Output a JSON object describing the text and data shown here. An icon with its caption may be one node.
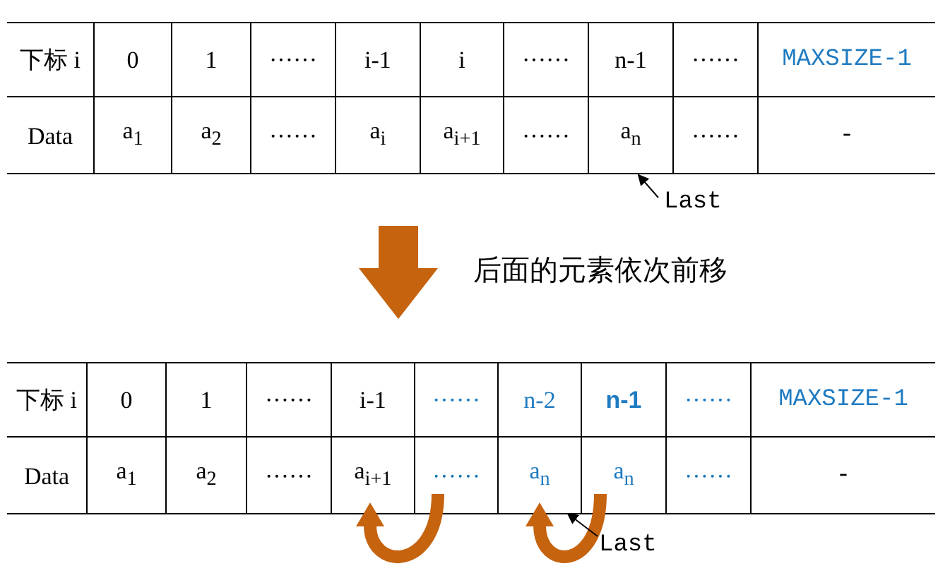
{
  "diagram": {
    "nodes": [
      {
        "text": [
          "Last"
        ]
      },
      {
        "text": [
          "Last"
        ]
      }
    ],
    "edges": [
      {
        "from": 0,
        "to": null,
        "arrow": "to"
      },
      {
        "from": 1,
        "to": null,
        "arrow": "to"
      }
    ],
    "labels": [
      "下标 i",
      "0",
      "1",
      "······",
      "i-1",
      "i",
      "······",
      "n-1",
      "······",
      "MAXSIZE-1",
      "Data",
      "a$_{1}$",
      "a$_{2}$",
      "······",
      "a$_{i}$",
      "a$_{i+1}$",
      "······",
      "a$_{n}$",
      "······",
      "-",
      "后面的元素依次前移",
      "下标 i",
      "0",
      "1",
      "······",
      "i-1",
      "······",
      "n-2",
      "n-1",
      "······",
      "MAXSIZE-1",
      "Data",
      "a$_{1}$",
      "a$_{2}$",
      "······",
      "a$_{i+1}$",
      "······",
      "a$_{n}$",
      "a$_{n}$",
      "······",
      "-"
    ]
  }
}
